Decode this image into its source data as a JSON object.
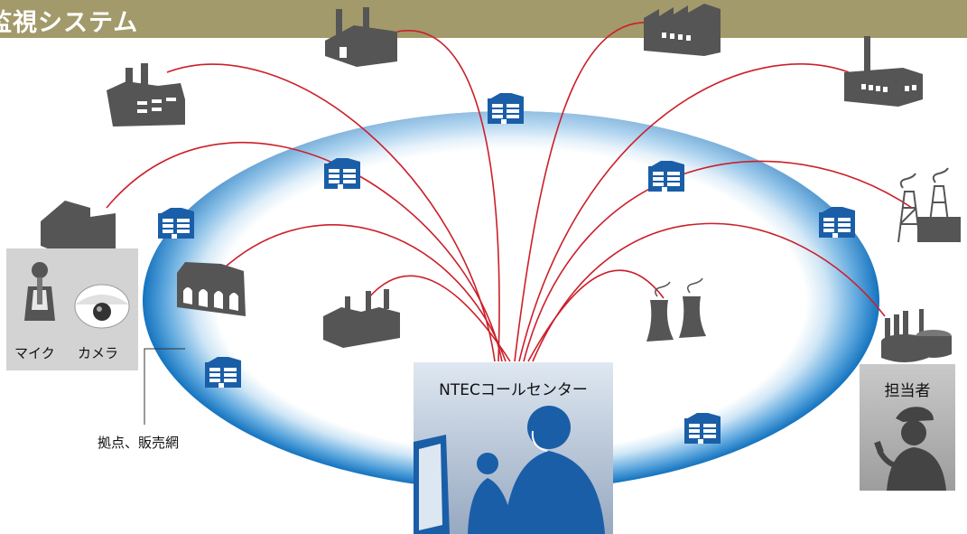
{
  "header": {
    "title": "監視システム",
    "color": "#a29a6a"
  },
  "labels": {
    "call_center": "NTECコールセンター",
    "person_in_charge": "担当者",
    "mic": "マイク",
    "camera": "カメラ",
    "branches": "拠点、販売網"
  },
  "colors": {
    "connection_line": "#cc1f2a",
    "ring_outer": "#1b7cc6",
    "ring_inner": "#d6eaf8",
    "building_icon": "#1a5ea8",
    "factory_icon": "#555555"
  },
  "icons": {
    "factories": [
      "factory-icon",
      "factory-icon",
      "factory-icon",
      "factory-icon",
      "factory-icon",
      "warehouse-icon",
      "plant-icon",
      "power-plant-icon",
      "refinery-icon",
      "storage-tank-icon",
      "cooling-tower-icon"
    ],
    "buildings": [
      "office-building-icon"
    ]
  }
}
